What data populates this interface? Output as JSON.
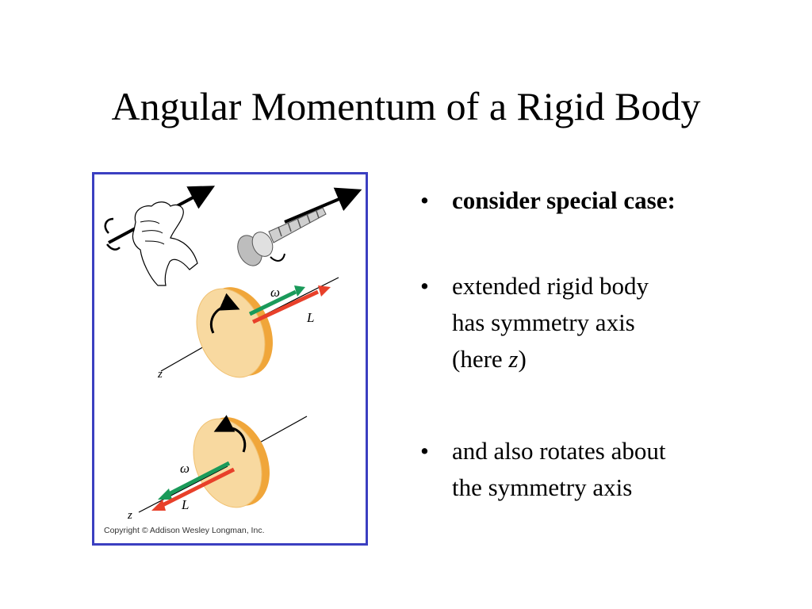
{
  "slide": {
    "title": "Angular Momentum of a Rigid Body",
    "bullet_symbol": "•",
    "bullets": [
      {
        "text": "consider special case:"
      },
      {
        "line1": "extended rigid body",
        "line2": "has symmetry axis",
        "line3_prefix": "(here ",
        "line3_var": "z",
        "line3_suffix": ")"
      },
      {
        "line1": "and also rotates about",
        "line2": "the symmetry axis"
      }
    ]
  },
  "figure": {
    "copyright": "Copyright © Addison Wesley Longman, Inc.",
    "labels": {
      "omega": "ω",
      "L": "L",
      "z": "z"
    },
    "colors": {
      "border": "#3b3fc1",
      "omega_arrow": "#1a9a5a",
      "L_arrow": "#e8402a",
      "disk": "#f8d9a0",
      "disk_edge": "#f0a63a"
    }
  }
}
